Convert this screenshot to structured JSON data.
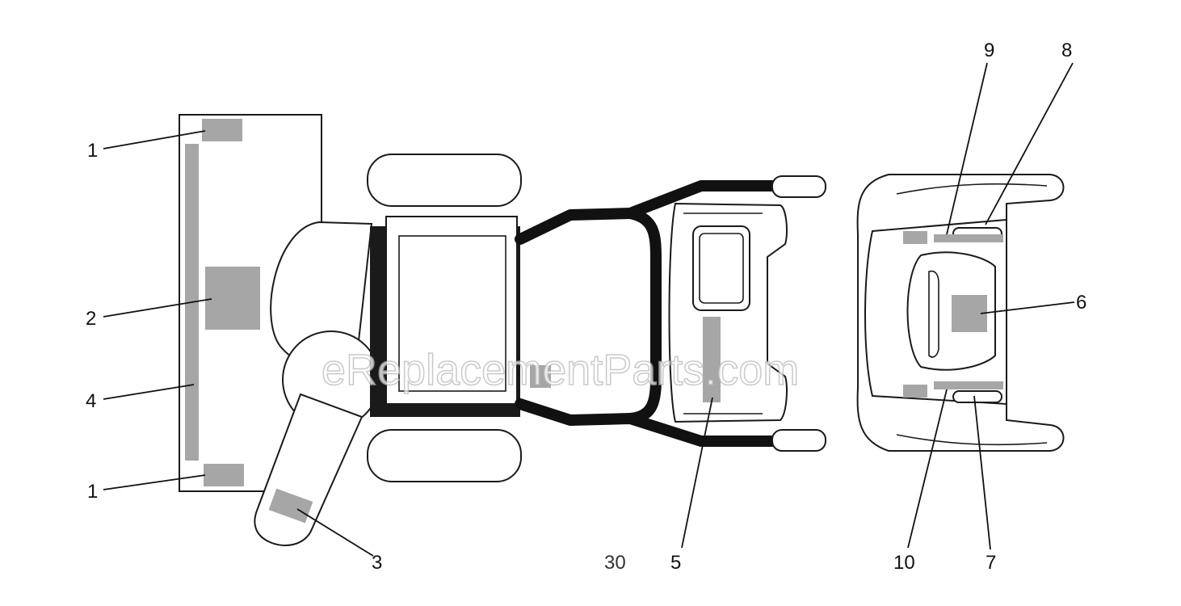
{
  "diagram": {
    "figure_number": "30",
    "watermark": "eReplacementParts.com",
    "callouts": {
      "c1_top": "1",
      "c2": "2",
      "c4": "4",
      "c1_bottom": "1",
      "c3": "3",
      "c5": "5",
      "c6": "6",
      "c7": "7",
      "c8": "8",
      "c9": "9",
      "c10": "10"
    },
    "colors": {
      "outline": "#1a1a1a",
      "decal": "#a6a6a6",
      "background": "#ffffff"
    }
  }
}
